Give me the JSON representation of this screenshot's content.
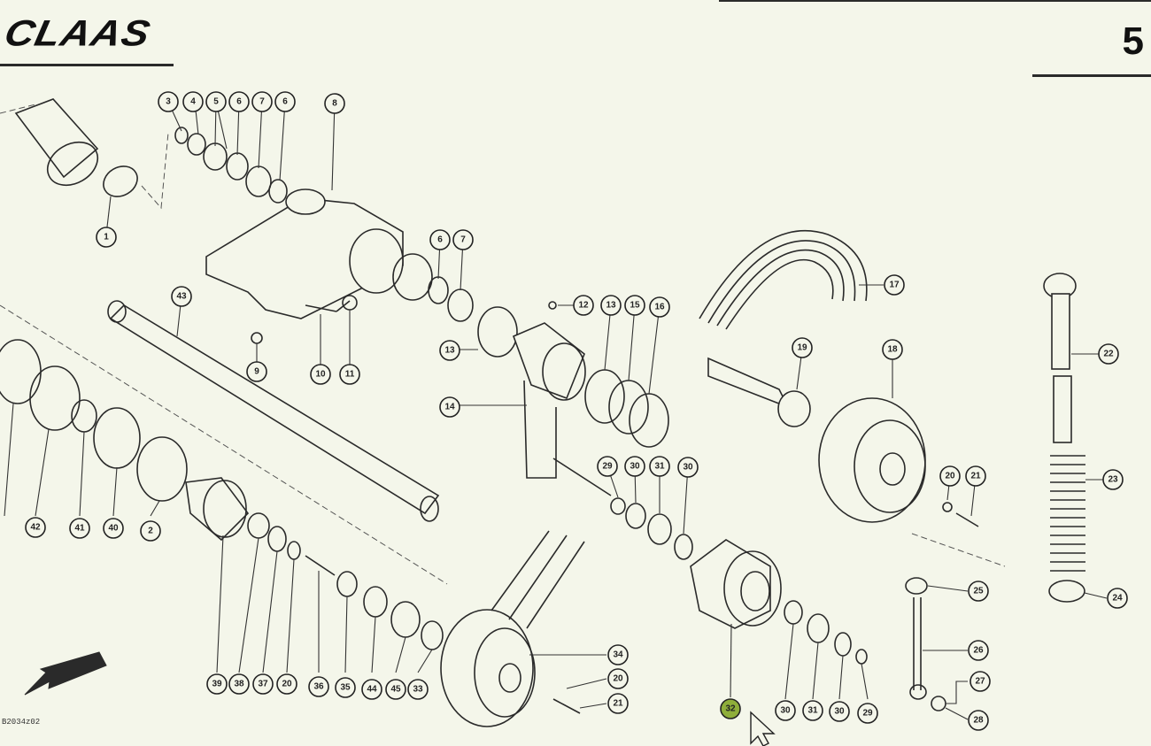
{
  "header": {
    "brand": "CLAAS",
    "page_number": "5"
  },
  "diagram": {
    "reference_code": "B2034z02",
    "highlighted_item": "32",
    "callouts": [
      "1",
      "3",
      "4",
      "5",
      "6",
      "7",
      "6",
      "8",
      "6",
      "7",
      "9",
      "10",
      "11",
      "12",
      "13",
      "15",
      "16",
      "13",
      "14",
      "17",
      "19",
      "18",
      "22",
      "43",
      "29",
      "30",
      "31",
      "30",
      "20",
      "21",
      "23",
      "25",
      "26",
      "27",
      "28",
      "24",
      "42",
      "41",
      "40",
      "2",
      "39",
      "38",
      "37",
      "20",
      "36",
      "35",
      "44",
      "45",
      "33",
      "34",
      "20",
      "21",
      "32",
      "30",
      "31",
      "30",
      "29"
    ]
  }
}
